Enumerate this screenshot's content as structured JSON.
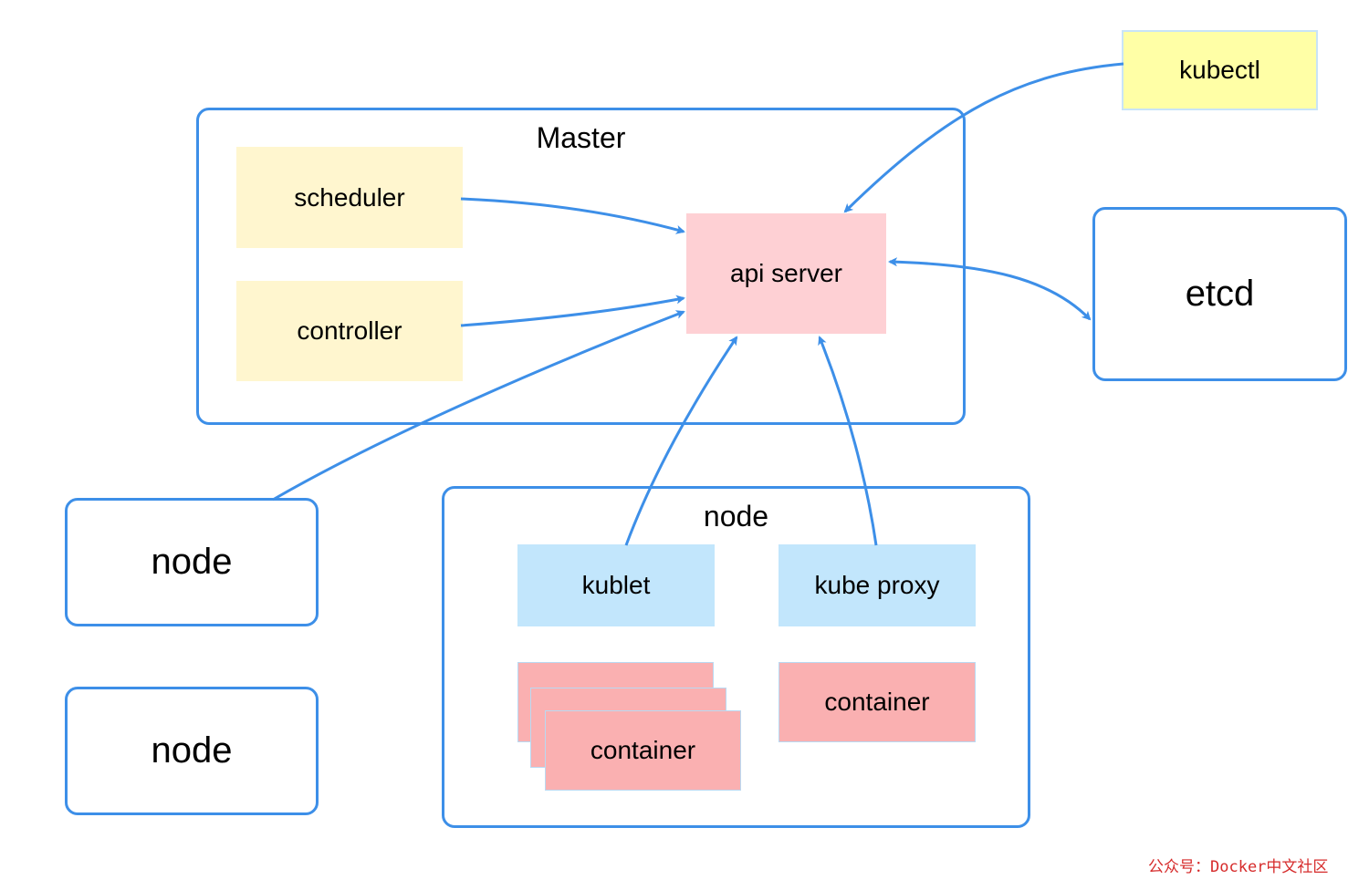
{
  "master": {
    "title": "Master",
    "scheduler": "scheduler",
    "controller": "controller",
    "api_server": "api server"
  },
  "kubectl": "kubectl",
  "etcd": "etcd",
  "node_detail": {
    "title": "node",
    "kublet": "kublet",
    "kube_proxy": "kube proxy",
    "container_stack": "container",
    "container_single": "container"
  },
  "node_1": "node",
  "node_2": "node",
  "watermark": "公众号：Docker中文社区",
  "colors": {
    "border_blue": "#3d8fe8",
    "scheduler_fill": "#fff6cf",
    "api_server_fill": "#fed0d4",
    "kubelet_fill": "#c2e6fc",
    "container_fill": "#fab0b1",
    "kubectl_fill": "#ffffa6",
    "watermark_red": "#d62b2b"
  }
}
